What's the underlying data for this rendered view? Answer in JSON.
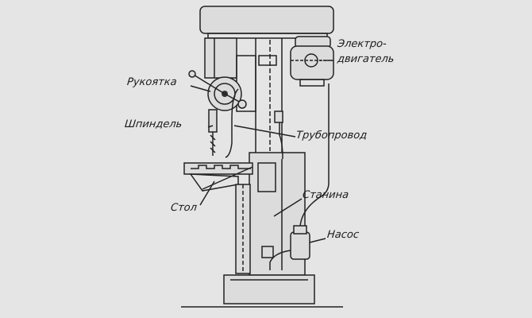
{
  "title": "Вертикально-сверлильный станок",
  "labels": {
    "motor_line1": "Электро-",
    "motor_line2": "двигатель",
    "handle": "Рукоятка",
    "spindle": "Шпиндель",
    "pipeline": "Трубопровод",
    "table": "Стол",
    "frame": "Станина",
    "pump": "Насос"
  },
  "colors": {
    "background": "#e5e5e5",
    "ink": "#222222"
  }
}
